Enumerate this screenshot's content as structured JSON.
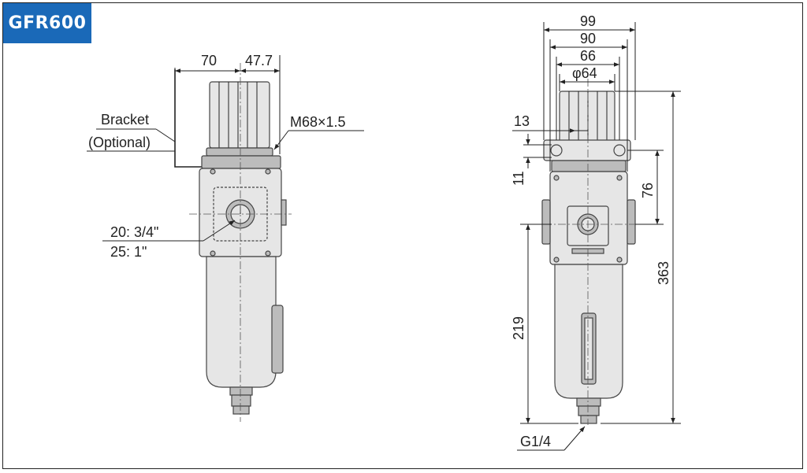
{
  "model": "GFR600",
  "left_view": {
    "dim_width_left": "70",
    "dim_width_right": "47.7",
    "bracket_label": "Bracket",
    "bracket_optional": "(Optional)",
    "thread_label": "M68×1.5",
    "port_label_1": "20: 3/4\"",
    "port_label_2": "25: 1\""
  },
  "right_view": {
    "dim_99": "99",
    "dim_90": "90",
    "dim_66": "66",
    "dim_64": "φ64",
    "dim_13": "13",
    "dim_11": "11",
    "dim_76": "76",
    "dim_363": "363",
    "dim_219": "219",
    "drain_label": "G1/4"
  }
}
